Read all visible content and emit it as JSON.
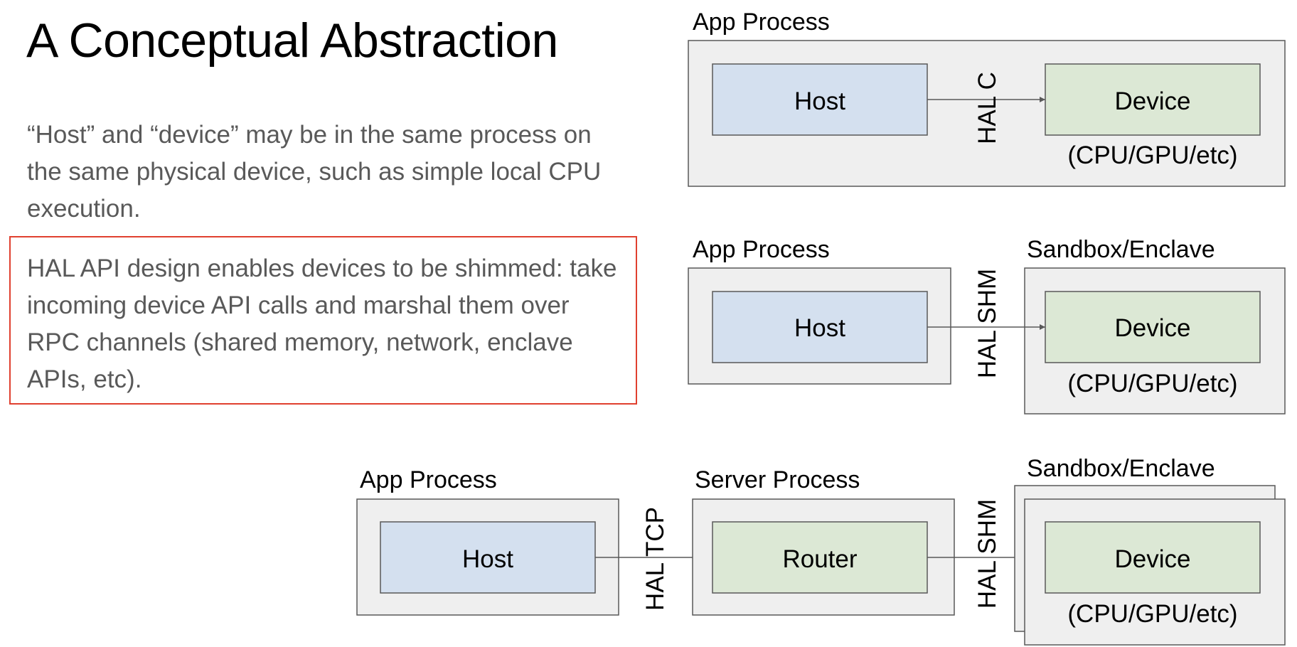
{
  "slide": {
    "title": "A Conceptual Abstraction",
    "paragraph1": "“Host” and “device” may be in the same process on the same physical device, such as simple local CPU execution.",
    "paragraph2": "HAL API design enables devices to be shimmed: take incoming device API calls and marshal them over RPC channels (shared memory, network, enclave APIs, etc)."
  },
  "colors": {
    "container_fill": "#efefef",
    "container_stroke": "#595959",
    "host_fill": "#d4e0ef",
    "device_fill": "#dce8d5",
    "highlight_border": "#e0402f",
    "body_text": "#595959"
  },
  "diagrams": {
    "d1": {
      "container_label": "App Process",
      "host": "Host",
      "device": "Device",
      "device_sub": "(CPU/GPU/etc)",
      "channel": "HAL C"
    },
    "d2": {
      "app_label": "App Process",
      "sandbox_label": "Sandbox/Enclave",
      "host": "Host",
      "device": "Device",
      "device_sub": "(CPU/GPU/etc)",
      "channel": "HAL SHM"
    },
    "d3": {
      "app_label": "App Process",
      "server_label": "Server Process",
      "sandbox_label": "Sandbox/Enclave",
      "host": "Host",
      "router": "Router",
      "device": "Device",
      "device_sub": "(CPU/GPU/etc)",
      "channel_tcp": "HAL TCP",
      "channel_shm": "HAL SHM"
    }
  }
}
